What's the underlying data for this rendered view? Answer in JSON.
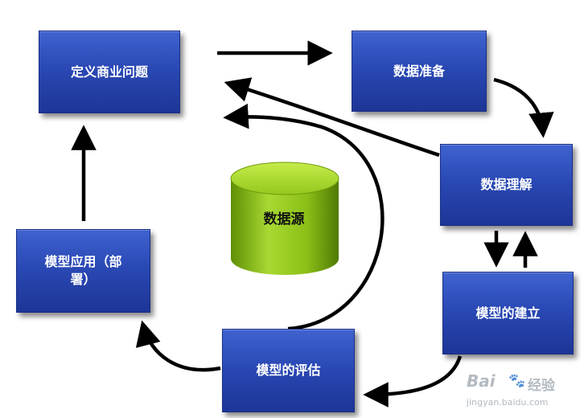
{
  "nodes": {
    "define_problem": "定义商业问题",
    "data_preparation": "数据准备",
    "data_understanding": "数据理解",
    "model_building": "模型的建立",
    "model_evaluation": "模型的评估",
    "model_deployment": "模型应用（部署）"
  },
  "center": {
    "data_source": "数据源"
  },
  "watermark": {
    "logo_text": "Bai",
    "logo_tail": "经验",
    "url": "jingyan.baidu.com"
  },
  "colors": {
    "node_fill": "#2a49b5",
    "cylinder_fill": "#8cc018",
    "arrow": "#000000"
  }
}
